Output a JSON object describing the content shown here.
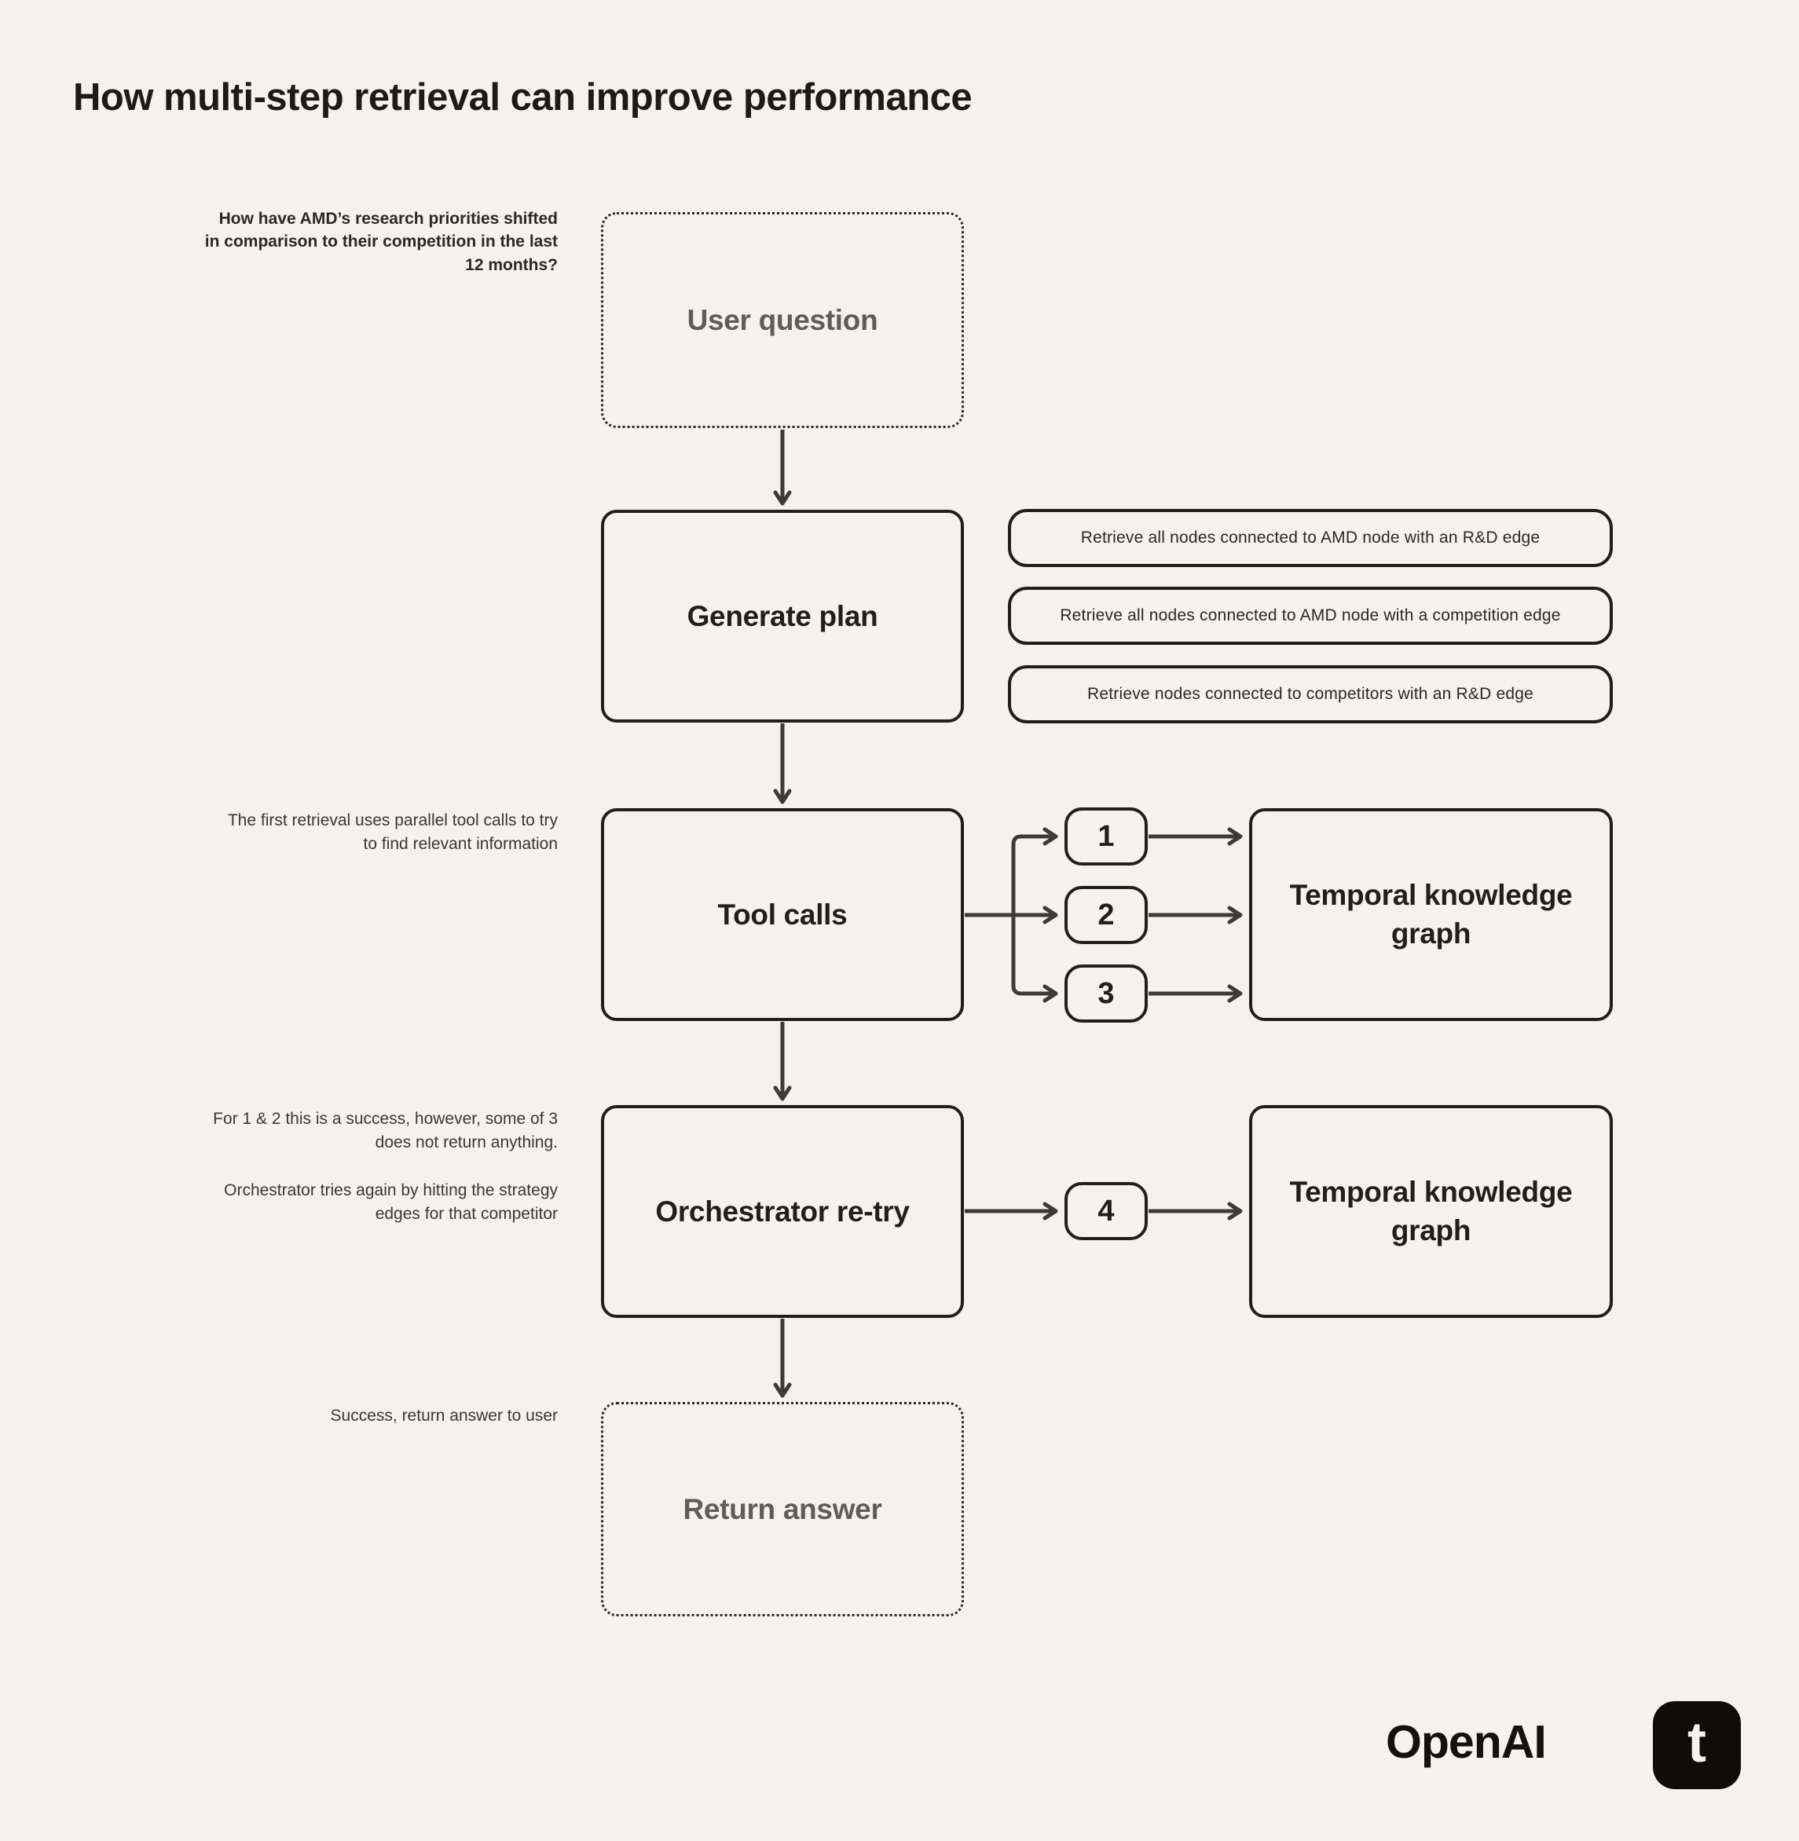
{
  "title": "How multi-step retrieval can improve performance",
  "flow": {
    "user_question": "User question",
    "generate_plan": "Generate plan",
    "tool_calls": "Tool calls",
    "orchestrator_retry": "Orchestrator re-try",
    "return_answer": "Return answer",
    "temporal_kg_1": "Temporal knowledge graph",
    "temporal_kg_2": "Temporal knowledge graph"
  },
  "plan_steps": [
    "Retrieve all nodes connected to AMD node with an R&D edge",
    "Retrieve all nodes connected to AMD node with a competition edge",
    "Retrieve nodes connected to competitors with an R&D edge"
  ],
  "call_nodes": [
    "1",
    "2",
    "3",
    "4"
  ],
  "annotations": {
    "question": "How have AMD’s research priorities shifted in comparison to their competition in the last 12 months?",
    "first_retrieval": "The first retrieval uses parallel tool calls to try to find relevant information",
    "retry_line1": "For 1 & 2 this is a success, however, some of 3 does not return anything.",
    "retry_line2": "Orchestrator tries again by hitting the strategy edges for that competitor",
    "success": "Success, return answer to user"
  },
  "footer": {
    "openai_logo": "OpenAI",
    "tomoro_logo": "t"
  },
  "colors": {
    "background": "#f4f1ee",
    "box_border": "#211f1d",
    "connector_line": "#3d3a37",
    "muted_text": "#5f5c59",
    "text": "#211f1d"
  }
}
